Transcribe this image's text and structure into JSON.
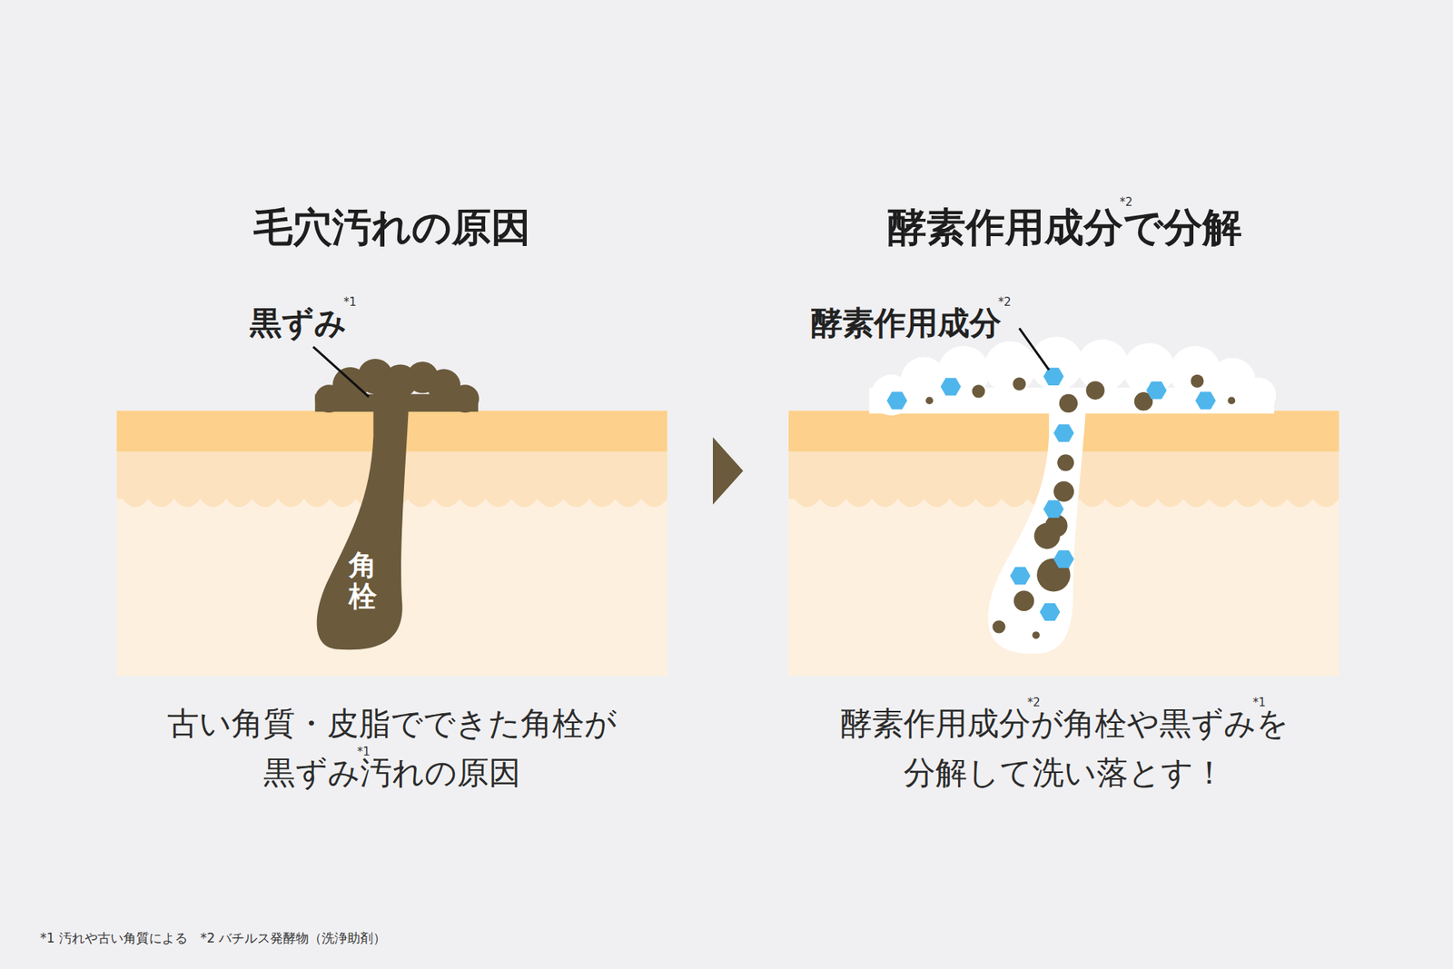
{
  "diagram": {
    "nodes": [
      {
        "text": [
          "毛穴汚れの原因",
          "古い角質・皮脂でできた角栓が 黒ずみ汚れの原因"
        ]
      },
      {
        "text": [
          "酵素作用成分で分解",
          "酵素作用成分が角栓や黒ずみを 分解して洗い落とす！"
        ]
      }
    ],
    "edges": [
      {
        "from": 0,
        "to": 1,
        "arrow": "to"
      }
    ],
    "labels": [
      "黒ずみ",
      "*1",
      "角栓",
      "酵素作用成分",
      "*2",
      "*2",
      "*1",
      "*2",
      "*1",
      "*1 汚れや古い角質による　*2 バチルス発酵物（洗浄助剤）"
    ]
  }
}
